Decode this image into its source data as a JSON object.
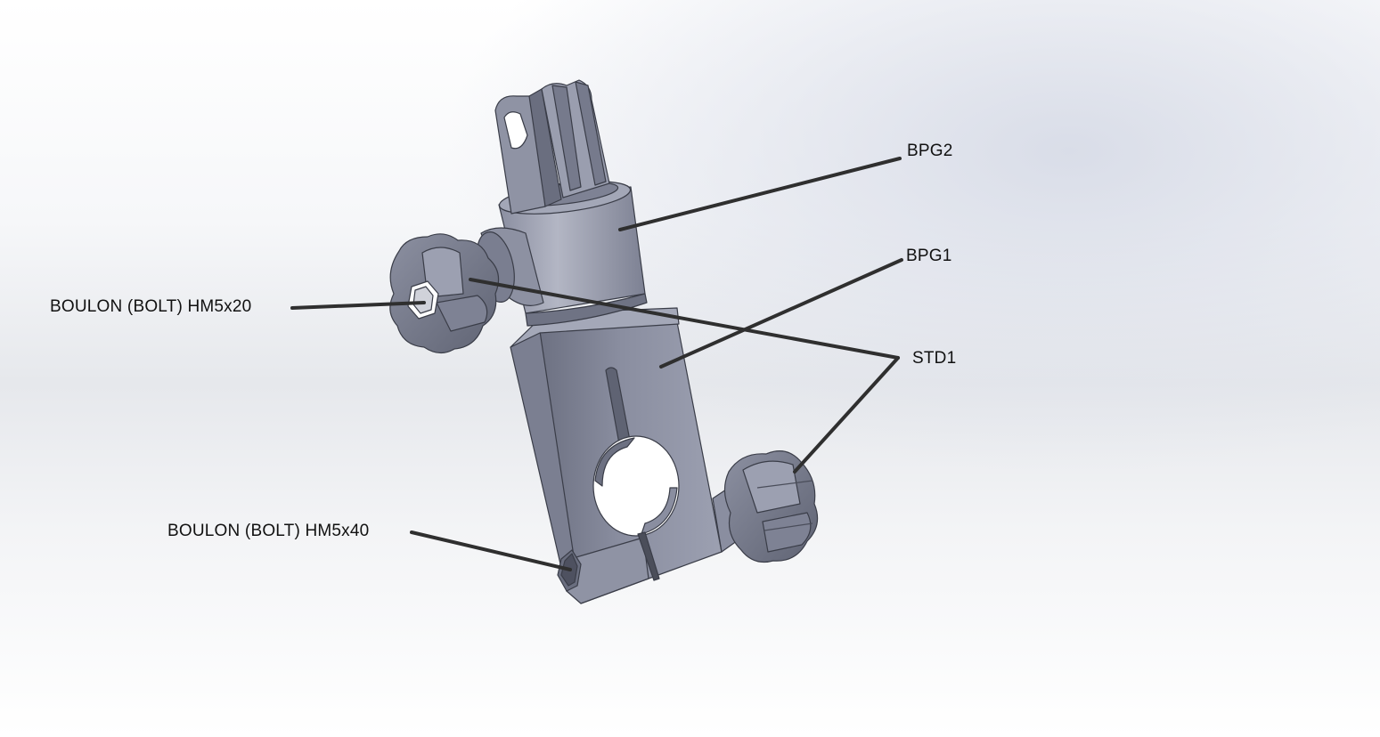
{
  "labels": {
    "bpg2": "BPG2",
    "bpg1": "BPG1",
    "std1": "STD1",
    "bolt_hm5x20": "BOULON (BOLT) HM5x20",
    "bolt_hm5x40": "BOULON (BOLT) HM5x40"
  },
  "colors": {
    "part_light": "#9ea2b3",
    "part_mid": "#838799",
    "part_dark": "#5e6272",
    "part_edge": "#3a3d48",
    "leader": "#2f2f2f"
  }
}
